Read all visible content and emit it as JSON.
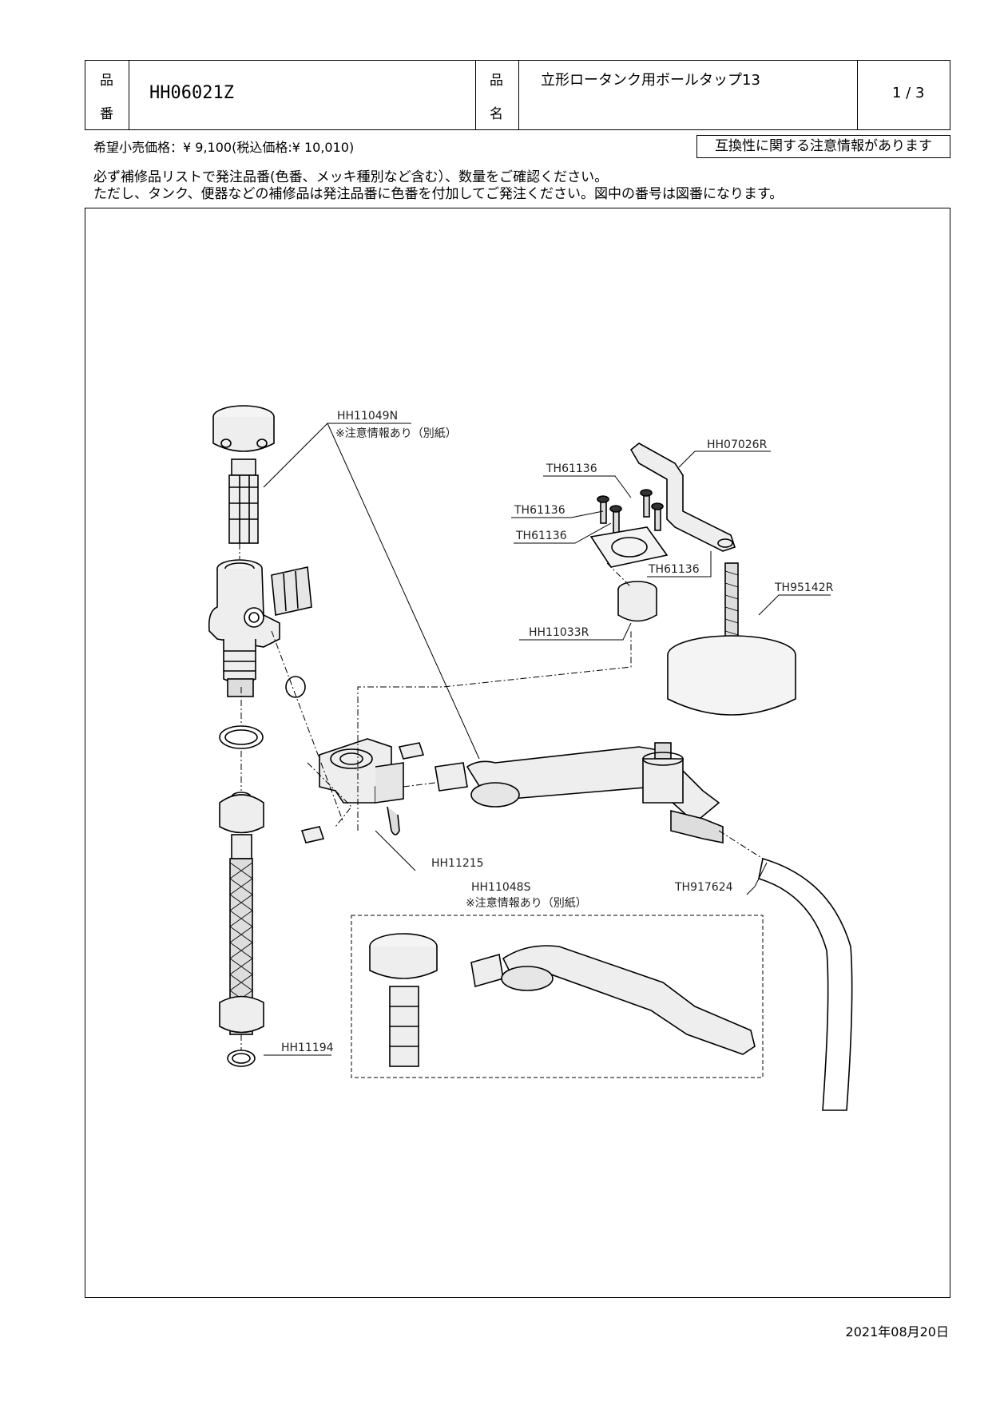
{
  "header": {
    "part_no_label_1": "品",
    "part_no_label_2": "番",
    "part_no": "HH06021Z",
    "name_label_1": "品",
    "name_label_2": "名",
    "product_name": "立形ロータンク用ボールタップ13",
    "page_indicator": "1 / 3"
  },
  "price_text": "希望小売価格：¥ 9,100(税込価格:¥ 10,010)",
  "notice_box": "互換性に関する注意情報があります",
  "instructions": [
    "必ず補修品リストで発注品番(色番、メッキ種別など含む）、数量をご確認ください。",
    "ただし、タンク、便器などの補修品は発注品番に色番を付加してご発注ください。図中の番号は図番になります。"
  ],
  "labels": {
    "hh11049n": "HH11049N",
    "hh11049n_note": "※注意情報あり（別紙）",
    "hh07026r": "HH07026R",
    "th61136_a": "TH61136",
    "th61136_b": "TH61136",
    "th61136_c": "TH61136",
    "th61136_d": "TH61136",
    "th95142r": "TH95142R",
    "hh11033r": "HH11033R",
    "hh11215": "HH11215",
    "hh11048s": "HH11048S",
    "hh11048s_note": "※注意情報あり（別紙）",
    "th917624": "TH917624",
    "hh11194": "HH11194"
  },
  "date": "2021年08月20日"
}
